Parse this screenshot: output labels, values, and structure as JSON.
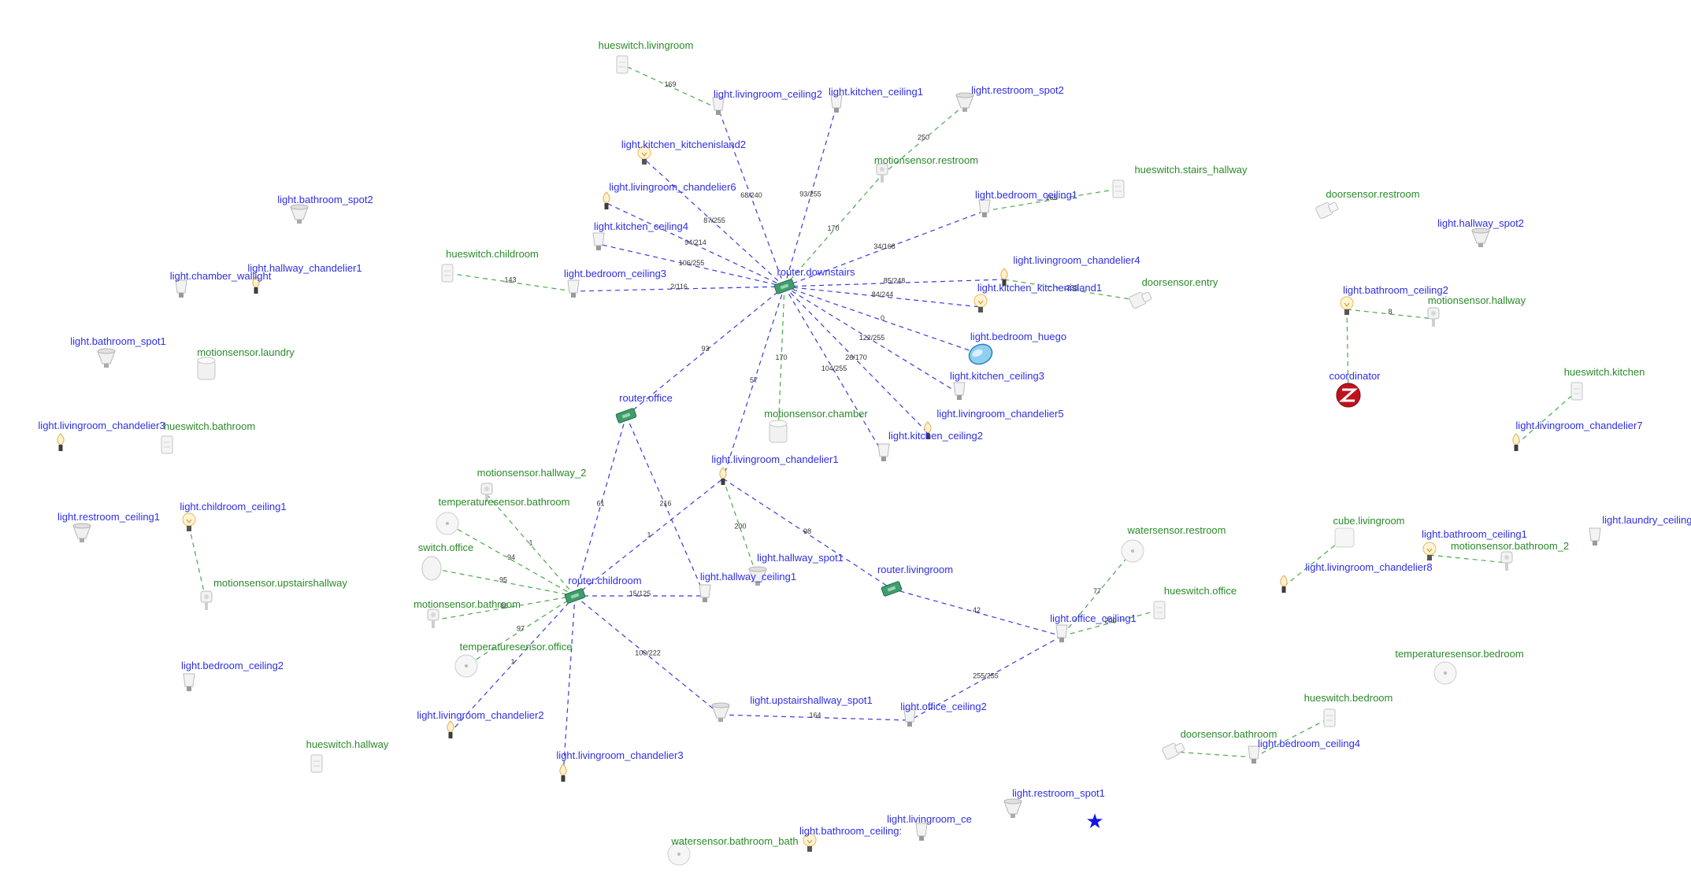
{
  "colors": {
    "router_link": "#3b3bdc",
    "end_link": "#4aa94a",
    "router_label": "#2e2ee6",
    "end_label": "#2a8a2a"
  },
  "marker": {
    "icon": "star-icon",
    "glyph": "★",
    "color": "#1414e6"
  },
  "nodes": [
    {
      "id": "hueswitch.livingroom",
      "label": "hueswitch.livingroom",
      "kind": "end",
      "icon": "switch"
    },
    {
      "id": "light.livingroom_ceiling2",
      "label": "light.livingroom_ceiling2",
      "kind": "router",
      "icon": "bulb"
    },
    {
      "id": "light.kitchen_ceiling1",
      "label": "light.kitchen_ceiling1",
      "kind": "router",
      "icon": "bulb"
    },
    {
      "id": "light.restroom_spot2",
      "label": "light.restroom_spot2",
      "kind": "router",
      "icon": "spot"
    },
    {
      "id": "light.kitchen_kitchenisland2",
      "label": "light.kitchen_kitchenisland2",
      "kind": "router",
      "icon": "filament"
    },
    {
      "id": "motionsensor.restroom",
      "label": "motionsensor.restroom",
      "kind": "end",
      "icon": "sensor"
    },
    {
      "id": "light.livingroom_chandelier6",
      "label": "light.livingroom_chandelier6",
      "kind": "router",
      "icon": "candle"
    },
    {
      "id": "hueswitch.stairs_hallway",
      "label": "hueswitch.stairs_hallway",
      "kind": "end",
      "icon": "switch"
    },
    {
      "id": "light.bathroom_spot2",
      "label": "light.bathroom_spot2",
      "kind": "router",
      "icon": "spot"
    },
    {
      "id": "light.bedroom_ceiling1",
      "label": "light.bedroom_ceiling1",
      "kind": "router",
      "icon": "bulb"
    },
    {
      "id": "light.kitchen_ceiling4",
      "label": "light.kitchen_ceiling4",
      "kind": "router",
      "icon": "bulb"
    },
    {
      "id": "doorsensor.restroom",
      "label": "doorsensor.restroom",
      "kind": "end",
      "icon": "door"
    },
    {
      "id": "light.hallway_spot2",
      "label": "light.hallway_spot2",
      "kind": "router",
      "icon": "spot"
    },
    {
      "id": "hueswitch.childroom",
      "label": "hueswitch.childroom",
      "kind": "end",
      "icon": "switch"
    },
    {
      "id": "light.hallway_chandelier1",
      "label": "light.hallway_chandelier1",
      "kind": "router",
      "icon": "candle"
    },
    {
      "id": "light.chamber_wallight",
      "label": "light.chamber_wallight",
      "kind": "router",
      "icon": "bulb"
    },
    {
      "id": "light.bedroom_ceiling3",
      "label": "light.bedroom_ceiling3",
      "kind": "router",
      "icon": "bulb"
    },
    {
      "id": "router.downstairs",
      "label": "router.downstairs",
      "kind": "router",
      "icon": "router"
    },
    {
      "id": "light.livingroom_chandelier4",
      "label": "light.livingroom_chandelier4",
      "kind": "router",
      "icon": "candle"
    },
    {
      "id": "light.kitchen_kitchenisland1",
      "label": "light.kitchen_kitchenisland1",
      "kind": "router",
      "icon": "filament"
    },
    {
      "id": "doorsensor.entry",
      "label": "doorsensor.entry",
      "kind": "end",
      "icon": "door"
    },
    {
      "id": "light.bathroom_ceiling2",
      "label": "light.bathroom_ceiling2",
      "kind": "router",
      "icon": "filament"
    },
    {
      "id": "motionsensor.hallway",
      "label": "motionsensor.hallway",
      "kind": "end",
      "icon": "sensor"
    },
    {
      "id": "light.bathroom_spot1",
      "label": "light.bathroom_spot1",
      "kind": "router",
      "icon": "spot"
    },
    {
      "id": "motionsensor.laundry",
      "label": "motionsensor.laundry",
      "kind": "end",
      "icon": "cylinder"
    },
    {
      "id": "light.bedroom_huego",
      "label": "light.bedroom_huego",
      "kind": "router",
      "icon": "huego"
    },
    {
      "id": "coordinator",
      "label": "coordinator",
      "kind": "router",
      "icon": "zigbee"
    },
    {
      "id": "light.kitchen_ceiling3",
      "label": "light.kitchen_ceiling3",
      "kind": "router",
      "icon": "bulb"
    },
    {
      "id": "hueswitch.kitchen",
      "label": "hueswitch.kitchen",
      "kind": "end",
      "icon": "switch"
    },
    {
      "id": "router.office",
      "label": "router.office",
      "kind": "router",
      "icon": "router"
    },
    {
      "id": "light.livingroom_chandelier5",
      "label": "light.livingroom_chandelier5",
      "kind": "router",
      "icon": "candle"
    },
    {
      "id": "motionsensor.chamber",
      "label": "motionsensor.chamber",
      "kind": "end",
      "icon": "cylinder"
    },
    {
      "id": "light.livingroom_chandelier3",
      "label": "light.livingroom_chandelier3",
      "kind": "router",
      "icon": "candle"
    },
    {
      "id": "hueswitch.bathroom",
      "label": "hueswitch.bathroom",
      "kind": "end",
      "icon": "switch"
    },
    {
      "id": "light.livingroom_chandelier7",
      "label": "light.livingroom_chandelier7",
      "kind": "router",
      "icon": "candle"
    },
    {
      "id": "light.kitchen_ceiling2",
      "label": "light.kitchen_ceiling2",
      "kind": "router",
      "icon": "bulb"
    },
    {
      "id": "light.livingroom_chandelier1",
      "label": "light.livingroom_chandelier1",
      "kind": "router",
      "icon": "candle"
    },
    {
      "id": "motionsensor.hallway_2",
      "label": "motionsensor.hallway_2",
      "kind": "end",
      "icon": "sensor"
    },
    {
      "id": "temperaturesensor.bathroom",
      "label": "temperaturesensor.bathroom",
      "kind": "end",
      "icon": "round"
    },
    {
      "id": "light.restroom_ceiling1",
      "label": "light.restroom_ceiling1",
      "kind": "router",
      "icon": "spot"
    },
    {
      "id": "light.childroom_ceiling1",
      "label": "light.childroom_ceiling1",
      "kind": "router",
      "icon": "filament"
    },
    {
      "id": "cube.livingroom",
      "label": "cube.livingroom",
      "kind": "end",
      "icon": "cube"
    },
    {
      "id": "light.laundry_ceiling1",
      "label": "light.laundry_ceiling1",
      "kind": "router",
      "icon": "bulb"
    },
    {
      "id": "watersensor.restroom",
      "label": "watersensor.restroom",
      "kind": "end",
      "icon": "round"
    },
    {
      "id": "light.bathroom_ceiling1",
      "label": "light.bathroom_ceiling1",
      "kind": "router",
      "icon": "filament"
    },
    {
      "id": "motionsensor.bathroom_2",
      "label": "motionsensor.bathroom_2",
      "kind": "end",
      "icon": "sensor"
    },
    {
      "id": "switch.office",
      "label": "switch.office",
      "kind": "end",
      "icon": "egg"
    },
    {
      "id": "light.hallway_spot1",
      "label": "light.hallway_spot1",
      "kind": "router",
      "icon": "spot"
    },
    {
      "id": "router.livingroom",
      "label": "router.livingroom",
      "kind": "router",
      "icon": "router"
    },
    {
      "id": "light.livingroom_chandelier8",
      "label": "light.livingroom_chandelier8",
      "kind": "router",
      "icon": "candle"
    },
    {
      "id": "motionsensor.upstairshallway",
      "label": "motionsensor.upstairshallway",
      "kind": "end",
      "icon": "sensor"
    },
    {
      "id": "router.childroom",
      "label": "router.childroom",
      "kind": "router",
      "icon": "router"
    },
    {
      "id": "light.hallway_ceiling1",
      "label": "light.hallway_ceiling1",
      "kind": "router",
      "icon": "bulb"
    },
    {
      "id": "hueswitch.office",
      "label": "hueswitch.office",
      "kind": "end",
      "icon": "switch"
    },
    {
      "id": "motionsensor.bathroom",
      "label": "motionsensor.bathroom",
      "kind": "end",
      "icon": "sensor"
    },
    {
      "id": "light.office_ceiling1",
      "label": "light.office_ceiling1",
      "kind": "router",
      "icon": "bulb"
    },
    {
      "id": "temperaturesensor.office",
      "label": "temperaturesensor.office",
      "kind": "end",
      "icon": "round"
    },
    {
      "id": "light.bedroom_ceiling2",
      "label": "light.bedroom_ceiling2",
      "kind": "router",
      "icon": "bulb"
    },
    {
      "id": "temperaturesensor.bedroom",
      "label": "temperaturesensor.bedroom",
      "kind": "end",
      "icon": "round"
    },
    {
      "id": "light.upstairshallway_spot1",
      "label": "light.upstairshallway_spot1",
      "kind": "router",
      "icon": "spot"
    },
    {
      "id": "light.office_ceiling2",
      "label": "light.office_ceiling2",
      "kind": "router",
      "icon": "bulb"
    },
    {
      "id": "light.livingroom_chandelier2",
      "label": "light.livingroom_chandelier2",
      "kind": "router",
      "icon": "candle"
    },
    {
      "id": "hueswitch.bedroom",
      "label": "hueswitch.bedroom",
      "kind": "end",
      "icon": "switch"
    },
    {
      "id": "hueswitch.hallway",
      "label": "hueswitch.hallway",
      "kind": "end",
      "icon": "switch"
    },
    {
      "id": "doorsensor.bathroom",
      "label": "doorsensor.bathroom",
      "kind": "end",
      "icon": "door"
    },
    {
      "id": "light.bedroom_ceiling4",
      "label": "light.bedroom_ceiling4",
      "kind": "router",
      "icon": "bulb"
    },
    {
      "id": "light.restroom_spot1",
      "label": "light.restroom_spot1",
      "kind": "router",
      "icon": "spot"
    },
    {
      "id": "light.livingroom_ceiling1",
      "label": "light.livingroom_ce",
      "kind": "router",
      "icon": "bulb"
    },
    {
      "id": "light.bathroom_ceiling3",
      "label": "light.bathroom_ceiling:",
      "kind": "router",
      "icon": "filament"
    },
    {
      "id": "watersensor.bathroom_bathtub",
      "label": "watersensor.bathroom_bath",
      "kind": "end",
      "icon": "round"
    }
  ],
  "edges": [
    {
      "source": "router.downstairs",
      "target": "light.livingroom_ceiling2",
      "kind": "router",
      "label": "68/240"
    },
    {
      "source": "router.downstairs",
      "target": "light.kitchen_ceiling1",
      "kind": "router",
      "label": "93/255"
    },
    {
      "source": "router.downstairs",
      "target": "motionsensor.restroom",
      "kind": "end",
      "label": "170"
    },
    {
      "source": "router.downstairs",
      "target": "light.kitchen_kitchenisland2",
      "kind": "router",
      "label": "87/255"
    },
    {
      "source": "router.downstairs",
      "target": "light.livingroom_chandelier6",
      "kind": "router",
      "label": "94/214"
    },
    {
      "source": "router.downstairs",
      "target": "light.kitchen_ceiling4",
      "kind": "router",
      "label": "106/255"
    },
    {
      "source": "router.downstairs",
      "target": "light.bedroom_ceiling3",
      "kind": "router",
      "label": "2/116"
    },
    {
      "source": "router.downstairs",
      "target": "light.bedroom_ceiling1",
      "kind": "router",
      "label": "34/168"
    },
    {
      "source": "router.downstairs",
      "target": "light.livingroom_chandelier4",
      "kind": "router",
      "label": "85/248"
    },
    {
      "source": "router.downstairs",
      "target": "light.kitchen_kitchenisland1",
      "kind": "router",
      "label": "84/244"
    },
    {
      "source": "router.downstairs",
      "target": "light.bedroom_huego",
      "kind": "router",
      "label": "0"
    },
    {
      "source": "router.downstairs",
      "target": "light.kitchen_ceiling3",
      "kind": "router",
      "label": "122/255"
    },
    {
      "source": "router.downstairs",
      "target": "light.livingroom_chandelier5",
      "kind": "router",
      "label": "26/170"
    },
    {
      "source": "router.downstairs",
      "target": "light.kitchen_ceiling2",
      "kind": "router",
      "label": "104/255"
    },
    {
      "source": "router.downstairs",
      "target": "motionsensor.chamber",
      "kind": "end",
      "label": "170"
    },
    {
      "source": "router.downstairs",
      "target": "router.office",
      "kind": "router",
      "label": "93"
    },
    {
      "source": "router.downstairs",
      "target": "light.livingroom_chandelier1",
      "kind": "router",
      "label": "57"
    },
    {
      "source": "light.livingroom_ceiling2",
      "target": "hueswitch.livingroom",
      "kind": "end",
      "label": "169"
    },
    {
      "source": "light.restroom_spot2",
      "target": "motionsensor.restroom",
      "kind": "end",
      "label": "250"
    },
    {
      "source": "light.bedroom_ceiling1",
      "target": "hueswitch.stairs_hallway",
      "kind": "end",
      "label": "165"
    },
    {
      "source": "light.bedroom_ceiling3",
      "target": "hueswitch.childroom",
      "kind": "end",
      "label": "143"
    },
    {
      "source": "light.livingroom_chandelier4",
      "target": "doorsensor.entry",
      "kind": "end",
      "label": "235"
    },
    {
      "source": "light.bathroom_ceiling2",
      "target": "motionsensor.hallway",
      "kind": "end",
      "label": "8"
    },
    {
      "source": "light.bathroom_ceiling2",
      "target": "coordinator",
      "kind": "end",
      "label": ""
    },
    {
      "source": "light.livingroom_chandelier7",
      "target": "hueswitch.kitchen",
      "kind": "end",
      "label": ""
    },
    {
      "source": "light.childroom_ceiling1",
      "target": "motionsensor.upstairshallway",
      "kind": "end",
      "label": ""
    },
    {
      "source": "light.livingroom_chandelier8",
      "target": "cube.livingroom",
      "kind": "end",
      "label": ""
    },
    {
      "source": "light.bathroom_ceiling1",
      "target": "motionsensor.bathroom_2",
      "kind": "end",
      "label": ""
    },
    {
      "source": "router.office",
      "target": "router.childroom",
      "kind": "router",
      "label": "61"
    },
    {
      "source": "router.office",
      "target": "light.hallway_ceiling1",
      "kind": "router",
      "label": "216"
    },
    {
      "source": "router.childroom",
      "target": "light.livingroom_chandelier1",
      "kind": "router",
      "label": "1"
    },
    {
      "source": "router.childroom",
      "target": "motionsensor.hallway_2",
      "kind": "end",
      "label": "1"
    },
    {
      "source": "router.childroom",
      "target": "temperaturesensor.bathroom",
      "kind": "end",
      "label": "94"
    },
    {
      "source": "router.childroom",
      "target": "switch.office",
      "kind": "end",
      "label": "95"
    },
    {
      "source": "router.childroom",
      "target": "motionsensor.bathroom",
      "kind": "end",
      "label": "86"
    },
    {
      "source": "router.childroom",
      "target": "temperaturesensor.office",
      "kind": "end",
      "label": "97"
    },
    {
      "source": "router.childroom",
      "target": "light.livingroom_chandelier2",
      "kind": "router",
      "label": "1"
    },
    {
      "source": "router.childroom",
      "target": "light.livingroom_chandelier3",
      "kind": "router",
      "label": ""
    },
    {
      "source": "router.childroom",
      "target": "light.hallway_ceiling1",
      "kind": "router",
      "label": "15/125"
    },
    {
      "source": "router.childroom",
      "target": "light.upstairshallway_spot1",
      "kind": "router",
      "label": "100/222"
    },
    {
      "source": "light.livingroom_chandelier1",
      "target": "router.livingroom",
      "kind": "router",
      "label": "98"
    },
    {
      "source": "light.livingroom_chandelier1",
      "target": "light.hallway_spot1",
      "kind": "end",
      "label": "200"
    },
    {
      "source": "router.livingroom",
      "target": "light.office_ceiling1",
      "kind": "router",
      "label": "42"
    },
    {
      "source": "watersensor.restroom",
      "target": "light.office_ceiling1",
      "kind": "end",
      "label": "77"
    },
    {
      "source": "light.office_ceiling1",
      "target": "hueswitch.office",
      "kind": "end",
      "label": "200"
    },
    {
      "source": "light.office_ceiling1",
      "target": "light.office_ceiling2",
      "kind": "router",
      "label": "255/255"
    },
    {
      "source": "light.upstairshallway_spot1",
      "target": "light.office_ceiling2",
      "kind": "router",
      "label": "164"
    },
    {
      "source": "light.bedroom_ceiling4",
      "target": "hueswitch.bedroom",
      "kind": "end",
      "label": ""
    },
    {
      "source": "light.bedroom_ceiling4",
      "target": "doorsensor.bathroom",
      "kind": "end",
      "label": ""
    }
  ]
}
